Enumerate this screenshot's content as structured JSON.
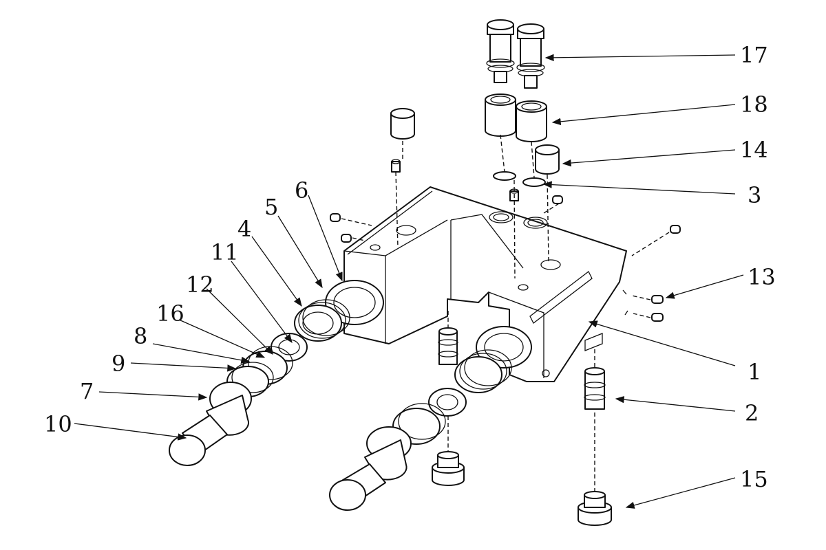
{
  "diagram": {
    "type": "exploded-assembly",
    "callouts": [
      "17",
      "18",
      "14",
      "3",
      "13",
      "1",
      "2",
      "15",
      "6",
      "5",
      "4",
      "11",
      "12",
      "16",
      "8",
      "9",
      "7",
      "10"
    ]
  },
  "colors": {
    "line": "#111111",
    "background": "#ffffff"
  }
}
